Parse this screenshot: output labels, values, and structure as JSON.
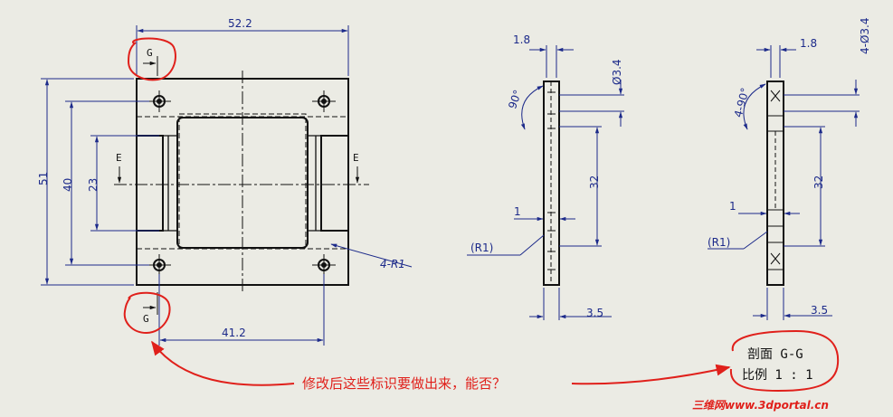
{
  "front_view": {
    "dims": {
      "width_top": "52.2",
      "height_outer": "51",
      "height_mid": "40",
      "height_inner": "23",
      "width_bottom": "41.2",
      "radius": "4-R1"
    },
    "section_marks": {
      "section_top": "G",
      "section_bottom": "G",
      "center_left": "E",
      "center_right": "E"
    }
  },
  "side_view": {
    "dims": {
      "thickness": "1.8",
      "hole": "Ø3.4",
      "angle": "90°",
      "length": "32",
      "gap": "1",
      "radius": "(R1)",
      "depth": "3.5"
    }
  },
  "section_view": {
    "dims": {
      "thickness": "1.8",
      "hole": "4-Ø3.4",
      "angle": "4-90°",
      "length": "32",
      "gap": "1",
      "radius": "(R1)",
      "depth": "3.5"
    },
    "title": "剖面 G-G",
    "scale": "比例 1 : 1"
  },
  "annotation": {
    "question": "修改后这些标识要做出来，能否？"
  },
  "watermark": "三维网www.3dportal.cn",
  "colors": {
    "background": "#ebebe4",
    "dimension": "#1c2a8a",
    "outline": "#111111",
    "markup": "#e0201b"
  }
}
